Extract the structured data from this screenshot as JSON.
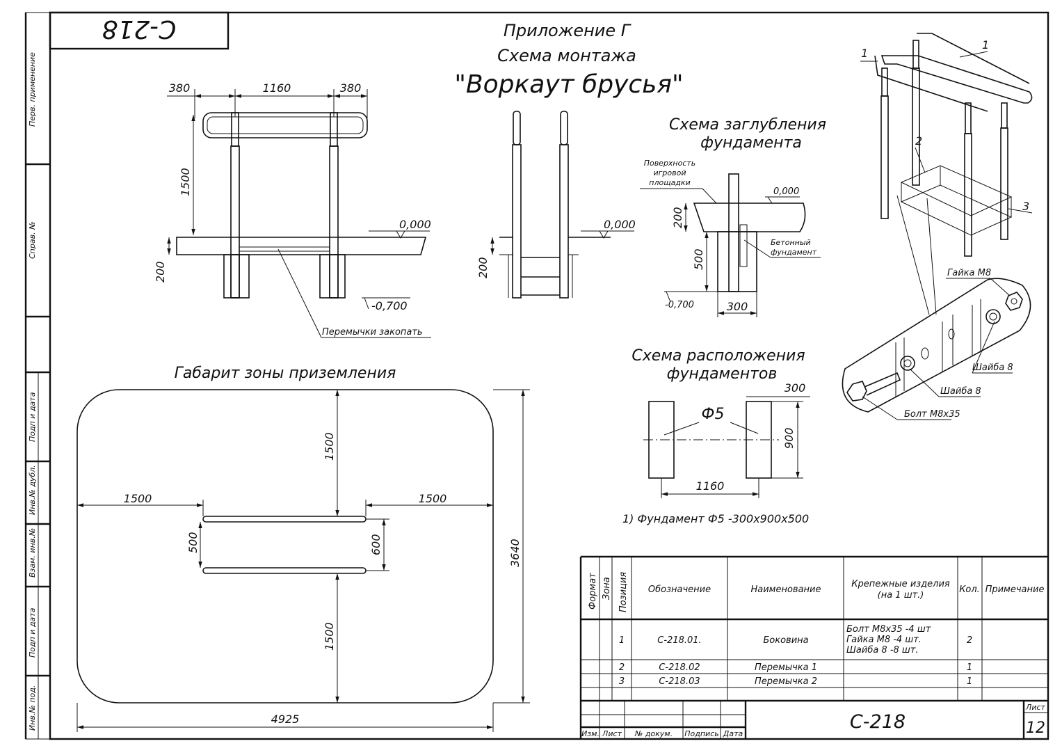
{
  "stamp_code": "С-218",
  "titles": {
    "appendix": "Приложение Г",
    "scheme": "Схема монтажа",
    "product": "\"Воркаут брусья\""
  },
  "side_labels": [
    "Перв. применение",
    "Справ. №",
    "Подп и дата",
    "Инв.№ дубл.",
    "Взам. инв.№",
    "Подп и дата",
    "Инв.№ под."
  ],
  "front_view": {
    "dims": [
      "380",
      "1160",
      "380",
      "1500",
      "200"
    ],
    "levels": [
      "0,000",
      "-0,700"
    ],
    "note": "Перемычки закопать"
  },
  "side_view": {
    "dims": [
      "200"
    ],
    "level": "0,000"
  },
  "depth_scheme": {
    "title_line1": "Схема заглубления",
    "title_line2": "фундамента",
    "surface_label": [
      "Поверхность",
      "игровой",
      "площадки"
    ],
    "level_top": "0,000",
    "level_bottom": "-0,700",
    "concrete_label": [
      "Бетонный",
      "фундамент"
    ],
    "dims": [
      "200",
      "500",
      "300"
    ]
  },
  "foundation_layout": {
    "title_line1": "Схема расположения",
    "title_line2": "фундаментов",
    "mark": "Ф5",
    "dims": [
      "300",
      "900",
      "1160"
    ],
    "note": "1) Фундамент Ф5 -300х900х500"
  },
  "landing_zone": {
    "title": "Габарит зоны приземления",
    "dims": [
      "1500",
      "1500",
      "1500",
      "500",
      "600",
      "1500",
      "3640",
      "4925"
    ]
  },
  "iso_view": {
    "positions": [
      "1",
      "1",
      "2",
      "3"
    ],
    "hardware": [
      "Гайка М8",
      "Шайба 8",
      "Шайба 8",
      "Болт М8х35"
    ]
  },
  "spec_table": {
    "headers": [
      "Формат",
      "Зона",
      "Позиция",
      "Обозначение",
      "Наименование",
      "Крепежные изделия",
      "(на 1 шт.)",
      "Кол.",
      "Примечание"
    ],
    "rows": [
      {
        "pos": "1",
        "designation": "С-218.01.",
        "name": "Боковина",
        "fasteners": [
          "Болт М8х35 -4 шт",
          "Гайка М8 -4 шт.",
          "Шайба 8 -8 шт."
        ],
        "qty": "2"
      },
      {
        "pos": "2",
        "designation": "С-218.02",
        "name": "Перемычка 1",
        "fasteners": [],
        "qty": "1"
      },
      {
        "pos": "3",
        "designation": "С-218.03",
        "name": "Перемычка 2",
        "fasteners": [],
        "qty": "1"
      }
    ]
  },
  "title_block": {
    "labels": [
      "Изм.",
      "Лист",
      "№ докум.",
      "Подпись",
      "Дата"
    ],
    "code": "С-218",
    "sheet_label": "Лист",
    "sheet_no": "12"
  }
}
